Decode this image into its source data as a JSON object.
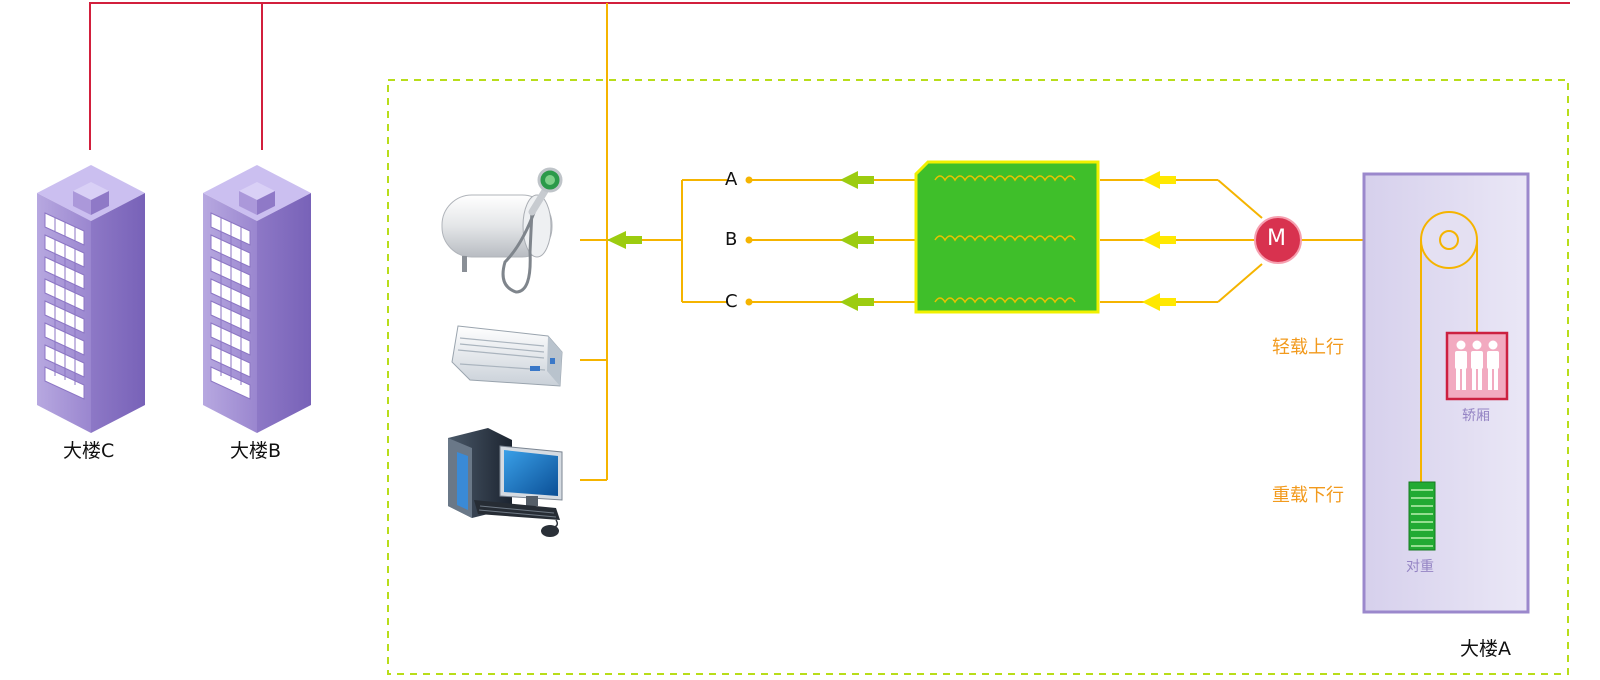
{
  "buildings": {
    "c_label": "大楼C",
    "b_label": "大楼B",
    "a_label": "大楼A"
  },
  "phases": [
    "A",
    "B",
    "C"
  ],
  "motor_label": "M",
  "elevator": {
    "up_label": "轻载上行",
    "down_label": "重载下行",
    "car_label": "轿厢",
    "counterweight_label": "对重"
  },
  "appliances": [
    "water-heater",
    "air-conditioner",
    "desktop-computer"
  ],
  "colors": {
    "red_line": "#d21f3c",
    "power_line": "#f5b400",
    "arrow_green": "#9ccc10",
    "arrow_yellow": "#ffe800",
    "transformer_fill": "#3fbf2a",
    "transformer_border": "#f0f000",
    "building_purple": "#a28fd0",
    "boundary_dash": "#b8dd1a",
    "shaft_fill": "#ddd8ee",
    "shaft_border": "#9b88cc",
    "motor_fill": "#d8324f",
    "car_border": "#cc2040",
    "car_fill": "#f2aac0",
    "counterweight_green": "#22aa33"
  }
}
